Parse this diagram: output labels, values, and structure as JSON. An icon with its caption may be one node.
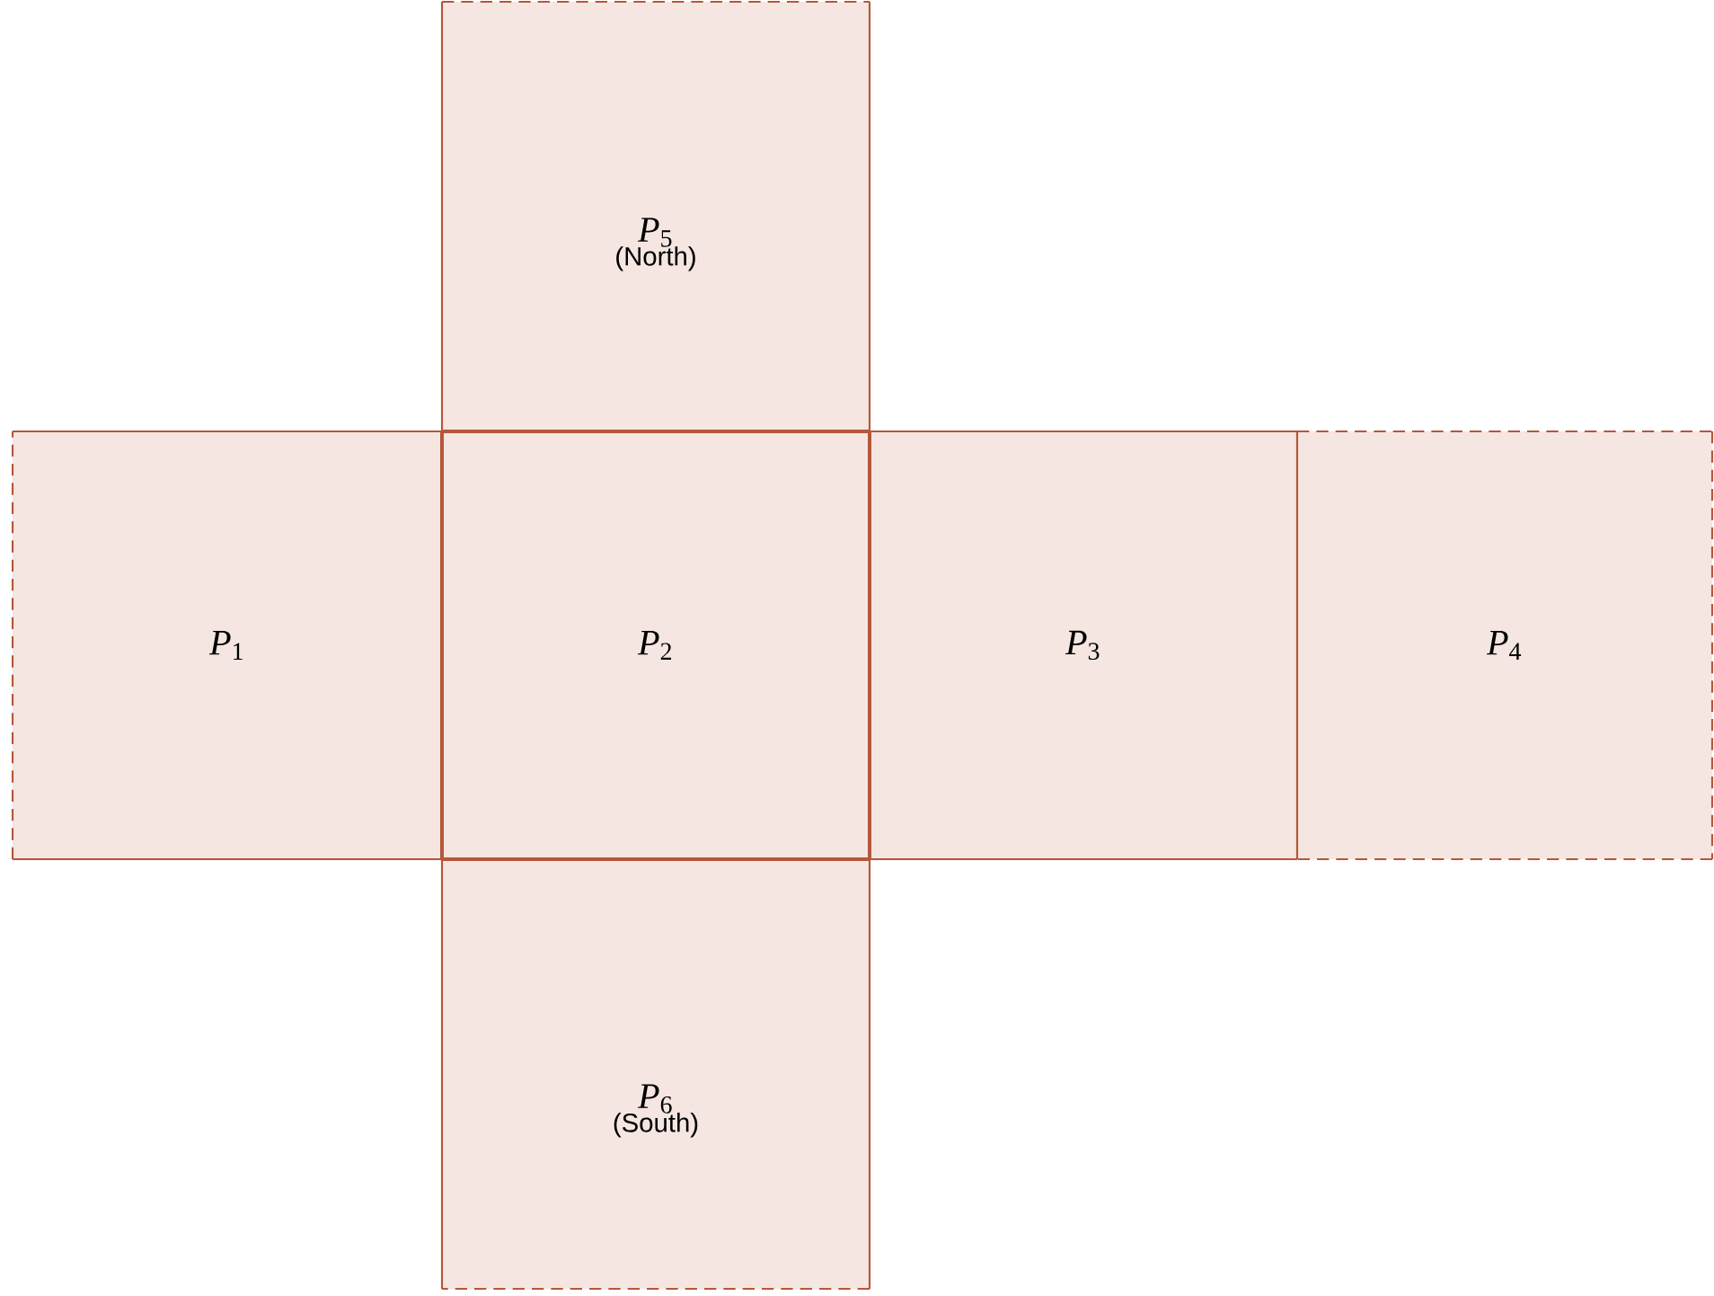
{
  "diagram": {
    "nodes": [
      {
        "text": [
          "*P*$_{5}$",
          "(North)"
        ]
      },
      {
        "text": [
          "*P*$_{1}$"
        ]
      },
      {
        "text": [
          "*P*$_{2}$"
        ]
      },
      {
        "text": [
          "*P*$_{3}$"
        ]
      },
      {
        "text": [
          "*P*$_{4}$"
        ]
      },
      {
        "text": [
          "*P*$_{6}$",
          "(South)"
        ]
      }
    ]
  }
}
